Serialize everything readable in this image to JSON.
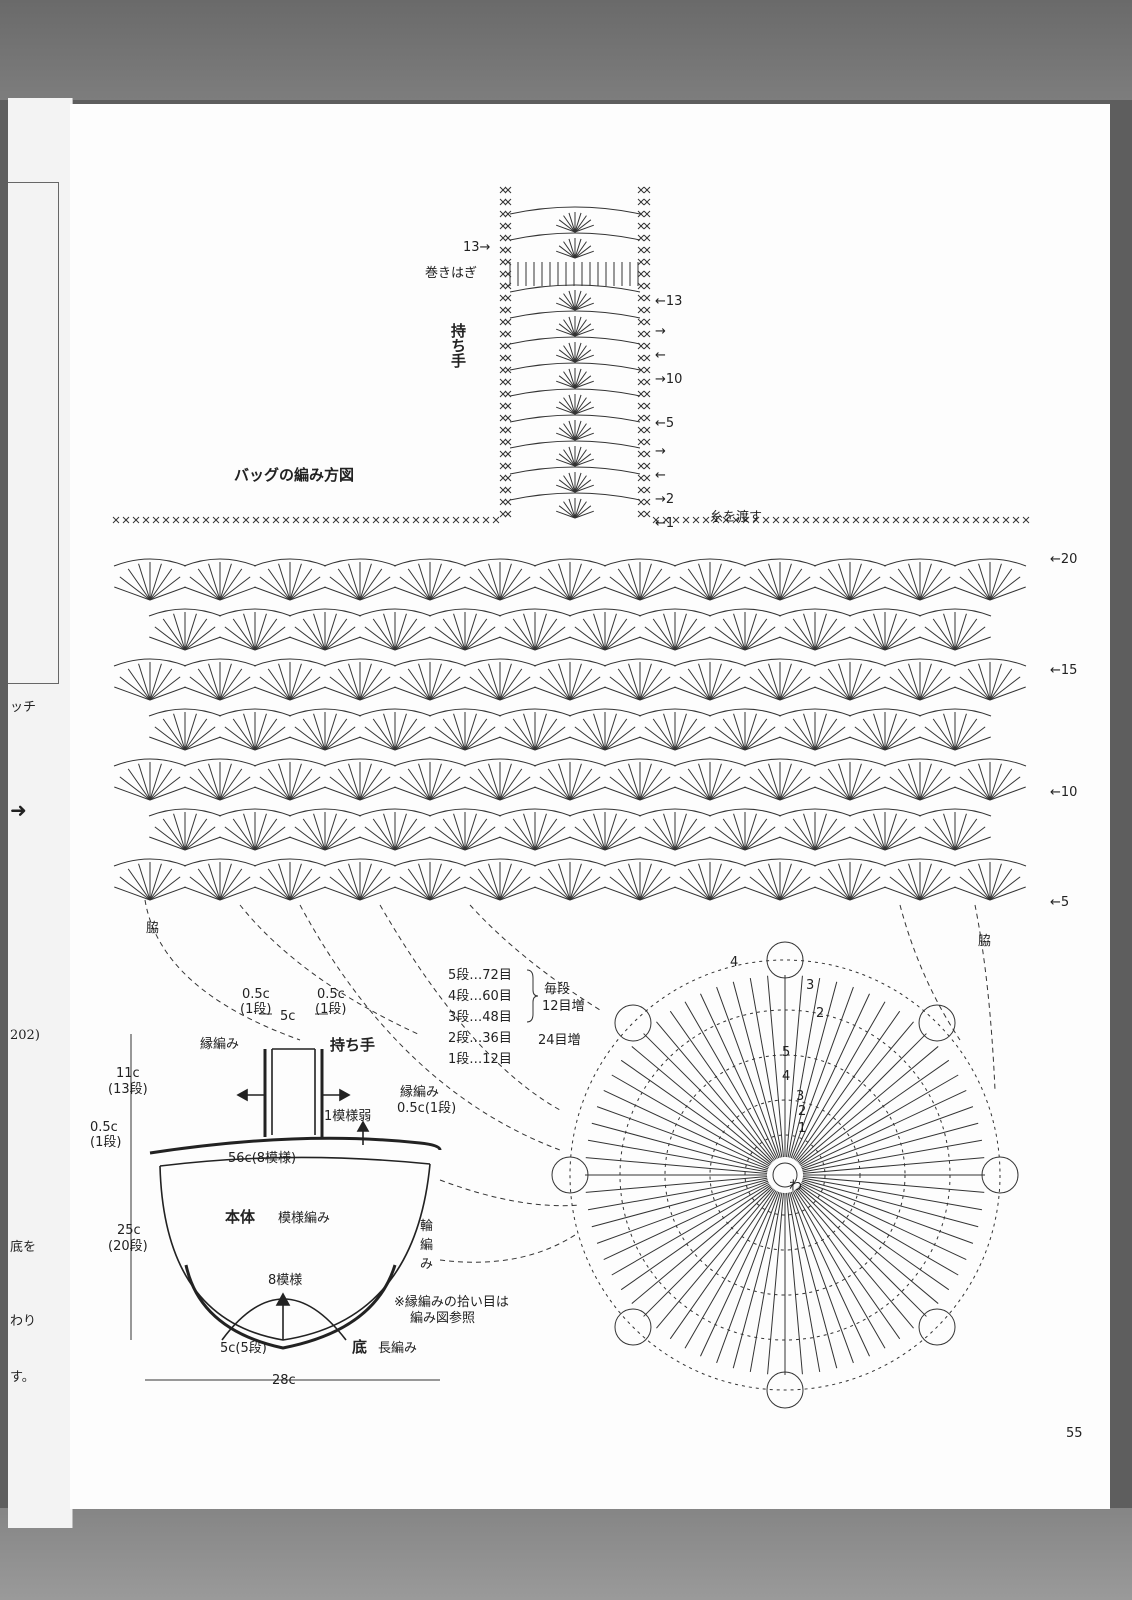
{
  "left_page": {
    "fragments": [
      "ッチ",
      "202)",
      "底を",
      "わり",
      "す。"
    ]
  },
  "page_number": "55",
  "chart_title": "バッグの編み方図",
  "handle_chart": {
    "title": "持ち手",
    "seam_label": "巻きはぎ",
    "row_marker_left": "13→",
    "row_markers_right": [
      "←13",
      "→",
      "←",
      "→10",
      "←5",
      "→",
      "←",
      "→2",
      "←1"
    ],
    "yarn_note": "糸を渡す"
  },
  "body_chart": {
    "row_markers": [
      "←20",
      "←15",
      "←10",
      "←5"
    ],
    "side_marks": [
      "脇",
      "脇"
    ]
  },
  "base_chart": {
    "center_label": "わ",
    "round_numbers": [
      "1",
      "2",
      "3",
      "4",
      "5"
    ],
    "round_numbers_outer": [
      "4",
      "3",
      "2"
    ],
    "stitch_counts": [
      "5段…72目",
      "4段…60目",
      "3段…48目",
      "2段…36目",
      "1段…12目"
    ],
    "increase_note_1": "毎段",
    "increase_note_2": "12目増",
    "increase_note_3": "24目増"
  },
  "schematic": {
    "handle_edge_left": "0.5c",
    "handle_edge_left_rows": "(1段)",
    "handle_edge_right": "0.5c",
    "handle_edge_right_rows": "(1段)",
    "handle_width": "5c",
    "edging_left": "縁編み",
    "handle_label": "持ち手",
    "handle_height": "11c",
    "handle_rows": "(13段)",
    "pattern_note": "1模様弱",
    "edging_right": "縁編み",
    "edging_right_size": "0.5c(1段)",
    "top_edge": "0.5c",
    "top_edge_rows": "(1段)",
    "top_width": "56c(8模様)",
    "body_label": "本体",
    "body_stitch": "模様編み",
    "body_height": "25c",
    "body_rows": "(20段)",
    "round_knit_1": "輪",
    "round_knit_2": "編",
    "round_knit_3": "み",
    "base_pattern": "8模様",
    "base_note_1": "※縁編みの拾い目は",
    "base_note_2": "編み図参照",
    "base_size": "5c(5段)",
    "base_label": "底",
    "base_stitch": "長編み",
    "bottom_width": "28c"
  }
}
